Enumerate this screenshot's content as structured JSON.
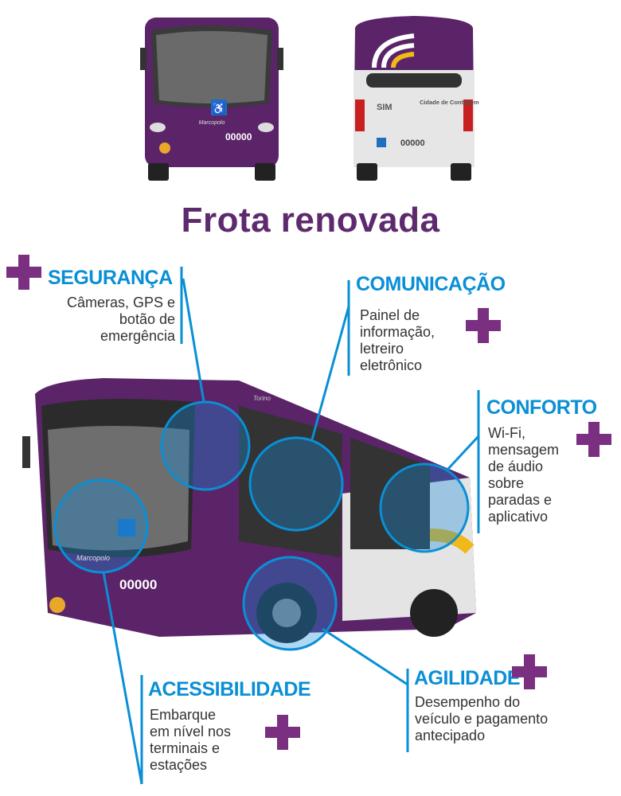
{
  "title": "Frota renovada",
  "front_bus": {
    "brand": "Marcopolo",
    "number": "00000"
  },
  "rear_bus": {
    "operator": "SIM",
    "city": "Cidade de Contagem",
    "number": "00000"
  },
  "side_bus": {
    "brand": "Marcopolo",
    "number": "00000",
    "model": "Torino"
  },
  "features": [
    {
      "heading": "SEGURANÇA",
      "lines": [
        "Câmeras, GPS e",
        "botão de",
        "emergência"
      ]
    },
    {
      "heading": "COMUNICAÇÃO",
      "lines": [
        "Painel de",
        "informação,",
        "letreiro",
        "eletrônico"
      ]
    },
    {
      "heading": "CONFORTO",
      "lines": [
        "Wi-Fi,",
        "mensagem",
        "de áudio",
        "sobre",
        "paradas e",
        "aplicativo"
      ]
    },
    {
      "heading": "ACESSIBILIDADE",
      "lines": [
        "Embarque",
        "em nível nos",
        "terminais e",
        "estações"
      ]
    },
    {
      "heading": "AGILIDADE",
      "lines": [
        "Desempenho do",
        "veículo e pagamento",
        "antecipado"
      ]
    }
  ],
  "colors": {
    "purple": "#5e2a6e",
    "accent_blue": "#0a8fd6",
    "plus": "#7a2f80"
  }
}
